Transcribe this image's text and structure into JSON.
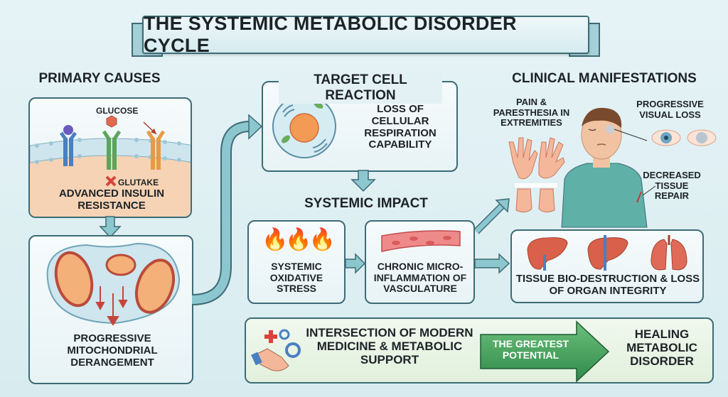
{
  "title": "THE SYSTEMIC METABOLIC DISORDER CYCLE",
  "primary_causes": {
    "heading": "PRIMARY CAUSES",
    "glucose_label": "GLUCOSE",
    "glutake_label": "GLUTAKE",
    "insulin_label": "ADVANCED INSULIN RESISTANCE",
    "mito_label": "PROGRESSIVE MITOCHONDRIAL DERANGEMENT"
  },
  "target_cell": {
    "heading": "TARGET CELL REACTION",
    "label": "LOSS OF CELLULAR RESPIRATION CAPABILITY"
  },
  "systemic_impact": {
    "heading": "SYSTEMIC IMPACT",
    "oxidative_label": "SYSTEMIC OXIDATIVE STRESS",
    "inflammation_label": "CHRONIC MICRO- INFLAMMATION OF VASCULATURE"
  },
  "clinical": {
    "heading": "CLINICAL MANIFESTATIONS",
    "pain_label": "PAIN & PARESTHESIA IN EXTREMITIES",
    "visual_label": "PROGRESSIVE VISUAL LOSS",
    "tissue_label": "DECREASED TISSUE REPAIR",
    "organ_label": "TISSUE BIO-DESTRUCTION & LOSS OF ORGAN INTEGRITY"
  },
  "bottom": {
    "intersection_label": "INTERSECTION OF MODERN MEDICINE & METABOLIC SUPPORT",
    "arrow_label": "THE GREATEST POTENTIAL",
    "healing_label": "HEALING METABOLIC DISORDER"
  },
  "colors": {
    "border": "#3d6b75",
    "arrow": "#8cc6cf",
    "green_arrow": "#3d9a5a",
    "organ_red": "#d9604a",
    "shirt": "#5fb0a6"
  }
}
